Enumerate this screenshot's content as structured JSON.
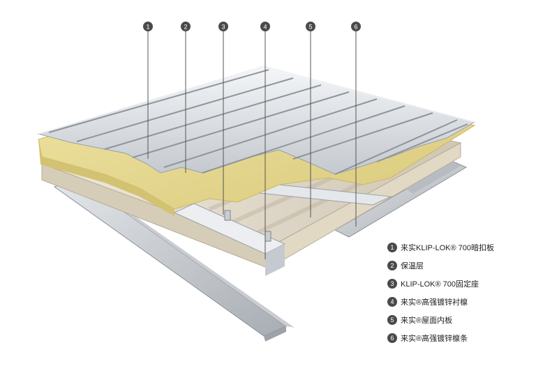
{
  "colors": {
    "callout_circle": "#4a4a4a",
    "callout_text": "#ffffff",
    "insulation": "#e6d98a",
    "steel": "#d9dde2",
    "leader_line": "#555555"
  },
  "callouts": [
    "1",
    "2",
    "3",
    "4",
    "5",
    "6"
  ],
  "legend": [
    {
      "number": "1",
      "label": "来实KLIP-LOK® 700暗扣板"
    },
    {
      "number": "2",
      "label": "保温层"
    },
    {
      "number": "3",
      "label": "KLIP-LOK® 700固定座"
    },
    {
      "number": "4",
      "label": "来实®高强镀锌衬檩"
    },
    {
      "number": "5",
      "label": "来实®屋面内板"
    },
    {
      "number": "6",
      "label": "来实®高强镀锌檩条"
    }
  ]
}
